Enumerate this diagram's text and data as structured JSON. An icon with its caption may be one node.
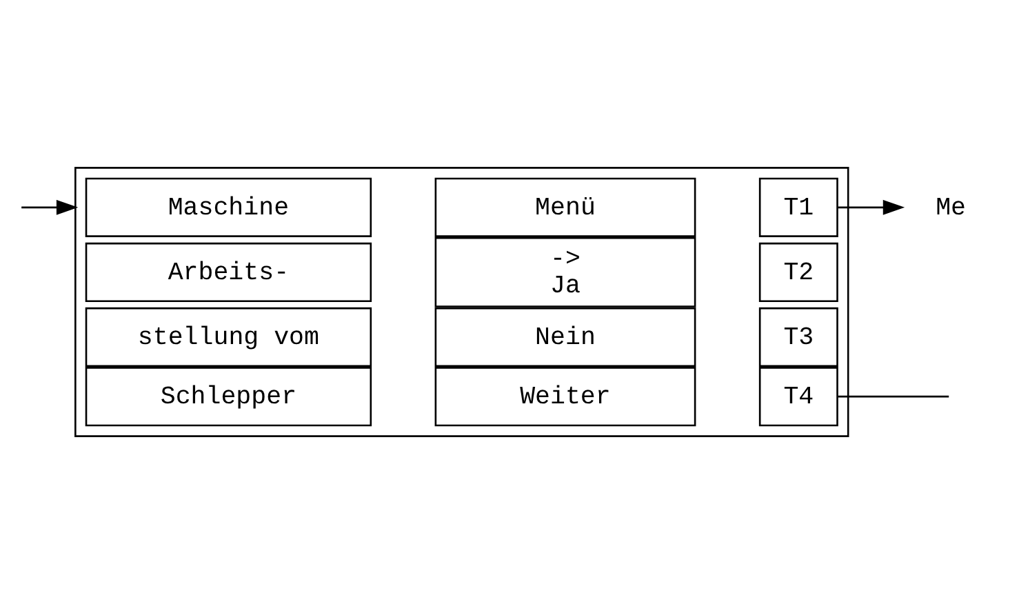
{
  "diagram": {
    "nodes": [
      {
        "text": [],
        "shape": "box"
      },
      {
        "text": [
          "Maschine"
        ],
        "in": 0
      },
      {
        "text": [
          "Arbeits-"
        ],
        "in": 0
      },
      {
        "text": [
          "stellung vom"
        ],
        "in": 0
      },
      {
        "text": [
          "Schlepper"
        ],
        "in": 0
      },
      {
        "text": [
          "Menü"
        ],
        "in": 0
      },
      {
        "text": [
          "->",
          "Ja"
        ],
        "in": 0
      },
      {
        "text": [
          "Nein"
        ],
        "in": 0
      },
      {
        "text": [
          "Weiter"
        ],
        "in": 0
      },
      {
        "text": [
          "T1"
        ],
        "in": 0
      },
      {
        "text": [
          "T2"
        ],
        "in": 0
      },
      {
        "text": [
          "T3"
        ],
        "in": 0
      },
      {
        "text": [
          "T4"
        ],
        "in": 0
      },
      {
        "text": [
          "Me"
        ]
      }
    ],
    "edges": [
      {
        "from": null,
        "to": 0,
        "arrow": "to"
      },
      {
        "from": 9,
        "to": 13,
        "arrow": "to"
      },
      {
        "from": 12,
        "to": null,
        "arrow": "none"
      }
    ]
  }
}
